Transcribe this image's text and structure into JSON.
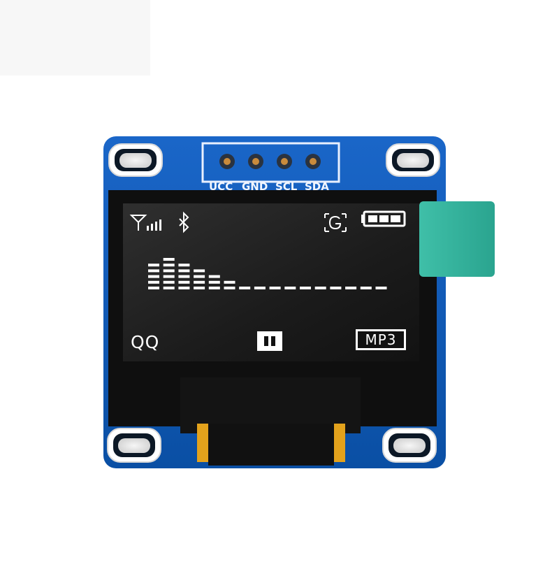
{
  "module": {
    "pins": [
      "UCC",
      "GND",
      "SCL",
      "SDA"
    ],
    "pcb_color": "#0a57b0"
  },
  "display": {
    "status_bar": {
      "icons": [
        "signal-icon",
        "bluetooth-icon",
        "g-icon",
        "battery-icon"
      ]
    },
    "equalizer": {
      "levels": [
        5,
        6,
        5,
        4,
        3,
        2,
        1,
        1,
        1,
        1,
        1,
        1,
        1,
        1,
        1,
        1
      ],
      "max_level": 6
    },
    "bottom": {
      "left_label": "QQ",
      "center_icon": "pause-icon",
      "right_label": "MP3"
    },
    "text_color": "#ffffff"
  }
}
